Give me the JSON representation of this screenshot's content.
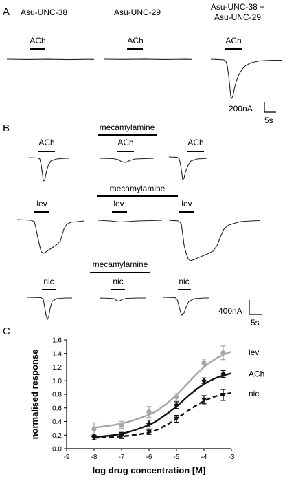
{
  "panels": {
    "A": {
      "label": "A",
      "titles": [
        "Asu-UNC-38",
        "Asu-UNC-29",
        "Asu-UNC-38 +",
        "Asu-UNC-29"
      ],
      "drug": "ACh",
      "scale_current": "200nA",
      "scale_time": "5s"
    },
    "B": {
      "label": "B",
      "blocker": "mecamylamine",
      "drugs": [
        "ACh",
        "lev",
        "nic"
      ],
      "scale_current": "400nA",
      "scale_time": "5s"
    },
    "C": {
      "label": "C"
    }
  },
  "chart_data": {
    "type": "line",
    "xlabel": "log drug concentration [M]",
    "ylabel": "normalised response",
    "xlim": [
      -9,
      -3
    ],
    "ylim": [
      0,
      1.6
    ],
    "xticks": [
      "-9",
      "-8",
      "-7",
      "-6",
      "-5",
      "-4",
      "-3"
    ],
    "yticks": [
      "0.0",
      "0.2",
      "0.4",
      "0.6",
      "0.8",
      "1.0",
      "1.2",
      "1.4",
      "1.6"
    ],
    "grid": false,
    "series": [
      {
        "name": "lev",
        "color": "#a6a6a6",
        "line_style": "solid",
        "marker": "circle",
        "x": [
          -8,
          -7,
          -6,
          -5,
          -4,
          -3.3
        ],
        "y": [
          0.29,
          0.35,
          0.54,
          0.76,
          1.26,
          1.41
        ],
        "err": [
          0.09,
          0.05,
          0.08,
          0.05,
          0.06,
          0.1
        ],
        "fit": [
          [
            -8,
            0.31
          ],
          [
            -7,
            0.37
          ],
          [
            -6,
            0.5
          ],
          [
            -5.5,
            0.62
          ],
          [
            -5,
            0.79
          ],
          [
            -4.5,
            1.0
          ],
          [
            -4,
            1.2
          ],
          [
            -3.5,
            1.34
          ],
          [
            -3,
            1.43
          ]
        ]
      },
      {
        "name": "ACh",
        "color": "#111111",
        "line_style": "solid",
        "marker": "diamond",
        "x": [
          -8,
          -7,
          -6,
          -5,
          -4,
          -3.3
        ],
        "y": [
          0.18,
          0.2,
          0.37,
          0.64,
          1.0,
          1.1
        ],
        "err": [
          0.02,
          0.04,
          0.05,
          0.05,
          0.04,
          0.05
        ],
        "fit": [
          [
            -8,
            0.17
          ],
          [
            -7,
            0.22
          ],
          [
            -6,
            0.35
          ],
          [
            -5.5,
            0.47
          ],
          [
            -5,
            0.62
          ],
          [
            -4.5,
            0.8
          ],
          [
            -4,
            0.95
          ],
          [
            -3.5,
            1.05
          ],
          [
            -3,
            1.11
          ]
        ]
      },
      {
        "name": "nic",
        "color": "#111111",
        "line_style": "dashed",
        "marker": "triangle-down",
        "x": [
          -8,
          -7,
          -6,
          -5,
          -4,
          -3.3
        ],
        "y": [
          0.16,
          0.19,
          0.25,
          0.44,
          0.72,
          0.79
        ],
        "err": [
          0.03,
          0.04,
          0.04,
          0.05,
          0.06,
          0.08
        ],
        "fit": [
          [
            -8,
            0.16
          ],
          [
            -7,
            0.18
          ],
          [
            -6,
            0.24
          ],
          [
            -5.5,
            0.32
          ],
          [
            -5,
            0.44
          ],
          [
            -4.5,
            0.58
          ],
          [
            -4,
            0.7
          ],
          [
            -3.5,
            0.78
          ],
          [
            -3,
            0.82
          ]
        ]
      }
    ]
  }
}
